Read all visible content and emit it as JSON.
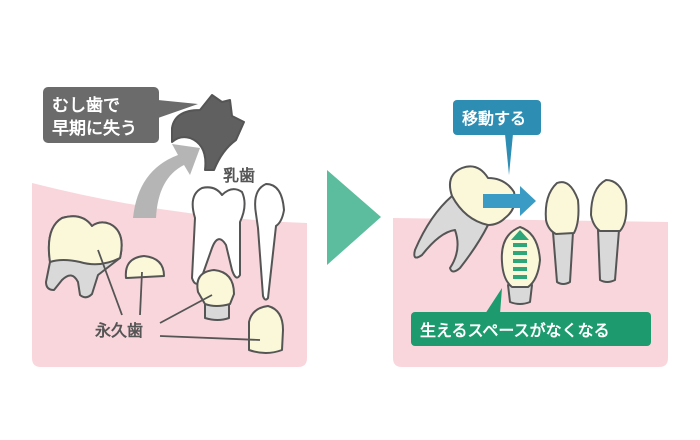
{
  "left_panel": {
    "caries_label_line1": "むし歯で",
    "caries_label_line2": "早期に失う",
    "baby_tooth_label": "乳歯",
    "permanent_tooth_label": "永久歯"
  },
  "right_panel": {
    "move_label": "移動する",
    "no_space_label": "生えるスペースがなくなる"
  },
  "colors": {
    "gum": "#f9d6dc",
    "enamel": "#fbf8d9",
    "caption_gray": "#6b6b6b",
    "caption_blue": "#2d8db3",
    "caption_green": "#1d9a6e",
    "next_arrow": "#5bbd9d"
  }
}
